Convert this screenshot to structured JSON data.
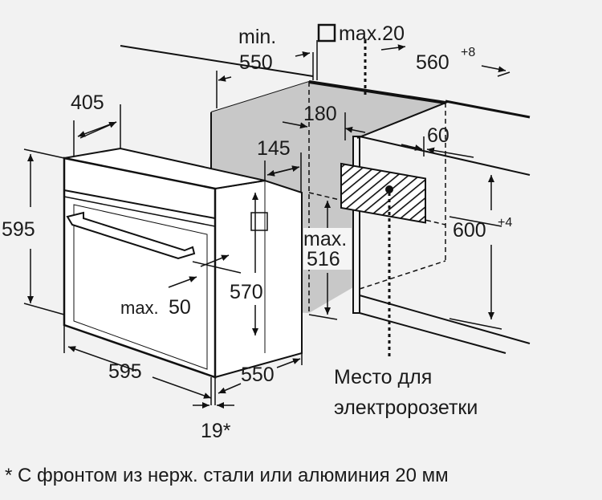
{
  "dimensions": {
    "min_label": "min.",
    "min_value": "550",
    "max20": "max.20",
    "niche_width_base": "560",
    "niche_width_tol": "+8",
    "d405": "405",
    "d180": "180",
    "d145": "145",
    "d60": "60",
    "oven_height": "595",
    "niche_height_base": "600",
    "niche_height_tol": "+4",
    "max_label": "max.",
    "max516": "516",
    "d570": "570",
    "max50_label": "max.",
    "max50_value": "50",
    "oven_width": "595",
    "depth550": "550",
    "front19": "19*"
  },
  "socket_label_line1": "Место для",
  "socket_label_line2": "электророзетки",
  "footnote": "* С фронтом из нерж. стали или алюминия 20 мм"
}
